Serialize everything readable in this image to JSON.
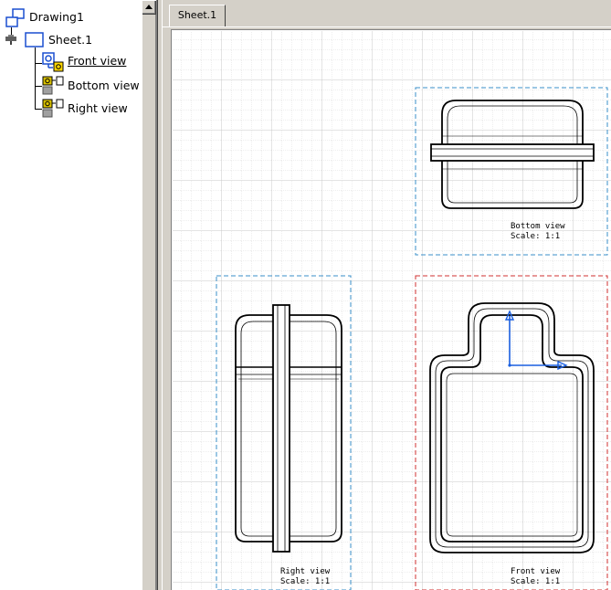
{
  "tree": {
    "root": {
      "label": "Drawing1",
      "icon": "drawing-icon"
    },
    "sheet": {
      "label": "Sheet.1",
      "icon": "sheet-icon"
    },
    "views": [
      {
        "label": "Front view",
        "icon": "front-view-icon",
        "active": true
      },
      {
        "label": "Bottom view",
        "icon": "projection-view-icon",
        "active": false
      },
      {
        "label": "Right view",
        "icon": "projection-view-icon",
        "active": false
      }
    ]
  },
  "tabs": [
    {
      "label": "Sheet.1",
      "active": true
    }
  ],
  "views": {
    "bottom": {
      "name_line": "Bottom view",
      "scale_line": "Scale:  1:1"
    },
    "right": {
      "name_line": "Right view",
      "scale_line": "Scale:  1:1"
    },
    "front": {
      "name_line": "Front view",
      "scale_line": "Scale:  1:1"
    }
  },
  "colors": {
    "active_frame": "#d03030",
    "inactive_frame": "#3a8fc8",
    "axis": "#1a5fe0",
    "grid": "#d8d8d8",
    "geometry": "#000000"
  }
}
